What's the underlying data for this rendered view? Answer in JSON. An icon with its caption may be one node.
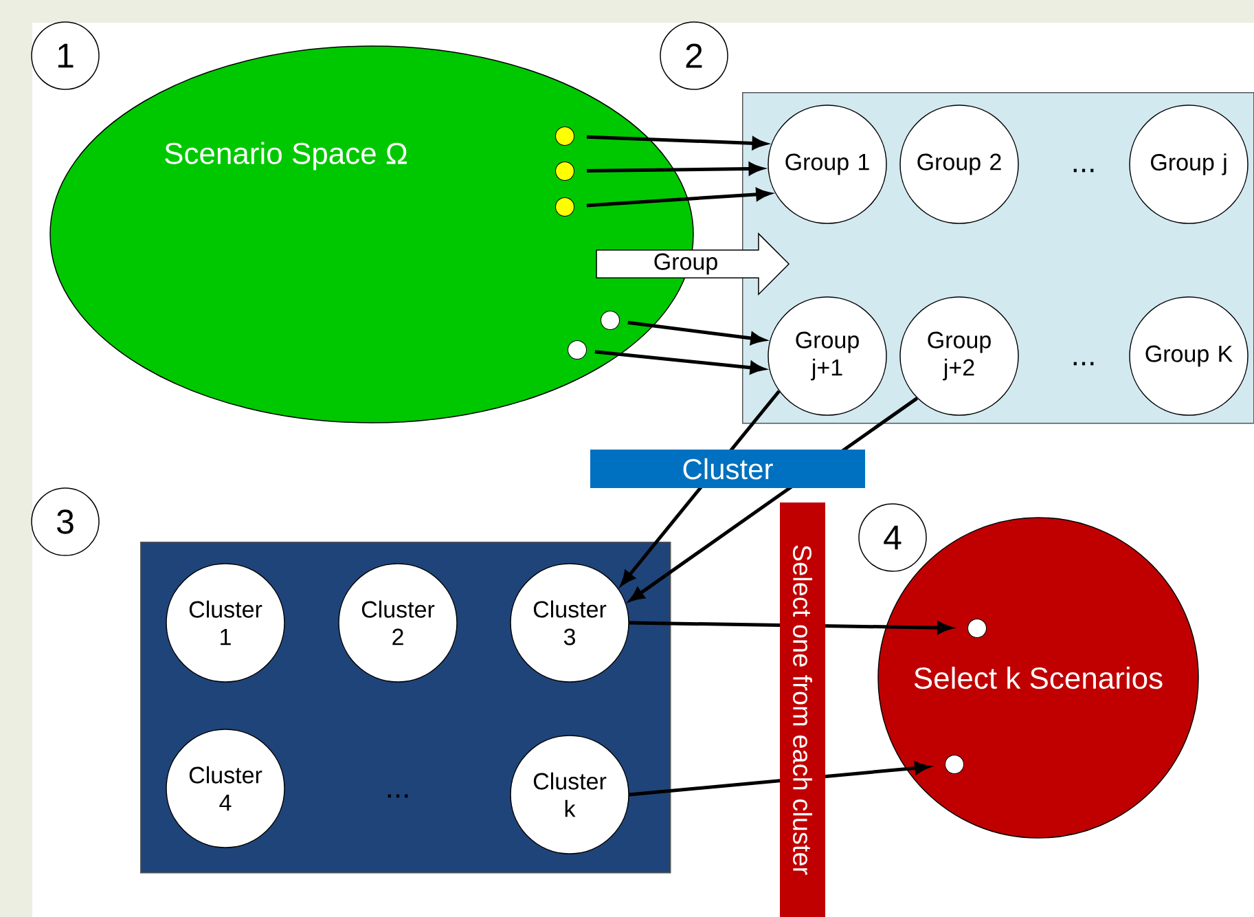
{
  "diagram": {
    "nodes": [
      {
        "text": [
          "1"
        ]
      },
      {
        "text": [
          "Scenario Space Ω"
        ]
      },
      {
        "text": [],
        "shape": "circle",
        "in": 1
      },
      {
        "text": [],
        "shape": "circle",
        "in": 1
      },
      {
        "text": [],
        "shape": "circle",
        "in": 1
      },
      {
        "text": [],
        "shape": "circle",
        "in": 1
      },
      {
        "text": [],
        "shape": "circle",
        "in": 1
      },
      {
        "text": [
          "2"
        ]
      },
      {
        "text": [],
        "shape": "box"
      },
      {
        "text": [
          "Group 1"
        ],
        "in": 8
      },
      {
        "text": [
          "Group 2"
        ],
        "in": 8
      },
      {
        "text": [
          "Group j"
        ],
        "in": 8
      },
      {
        "text": [
          "Group j+1"
        ],
        "in": 8
      },
      {
        "text": [
          "Group j+2"
        ],
        "in": 8
      },
      {
        "text": [
          "Group K"
        ],
        "in": 8
      },
      {
        "text": [
          "Group"
        ]
      },
      {
        "text": [
          "3"
        ]
      },
      {
        "text": [],
        "shape": "box"
      },
      {
        "text": [
          "Cluster 1"
        ],
        "in": 17
      },
      {
        "text": [
          "Cluster 2"
        ],
        "in": 17
      },
      {
        "text": [
          "Cluster 3"
        ],
        "in": 17
      },
      {
        "text": [
          "Cluster 4"
        ],
        "in": 17
      },
      {
        "text": [
          "Cluster k"
        ],
        "in": 17
      },
      {
        "text": [
          "4"
        ]
      },
      {
        "text": [
          "Select k Scenarios"
        ]
      },
      {
        "text": [],
        "shape": "circle",
        "in": 24
      },
      {
        "text": [],
        "shape": "circle",
        "in": 24
      }
    ],
    "edges": [
      {
        "from": 2,
        "to": 9,
        "arrow": "to"
      },
      {
        "from": 3,
        "to": 9,
        "arrow": "to"
      },
      {
        "from": 4,
        "to": 9,
        "arrow": "to"
      },
      {
        "from": 5,
        "to": 12,
        "arrow": "to"
      },
      {
        "from": 6,
        "to": 12,
        "arrow": "to"
      },
      {
        "from": 12,
        "to": 20,
        "arrow": "to"
      },
      {
        "from": 13,
        "to": 20,
        "arrow": "to"
      },
      {
        "from": 20,
        "to": 25,
        "arrow": "to"
      },
      {
        "from": 22,
        "to": 26,
        "arrow": "to"
      }
    ],
    "labels": [
      "...",
      "...",
      "Cluster",
      "Select one from each cluster",
      "..."
    ]
  }
}
